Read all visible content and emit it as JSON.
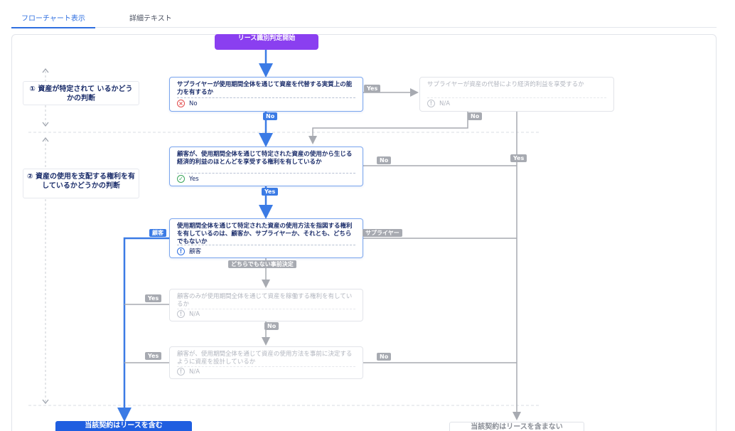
{
  "tabs": [
    {
      "label": "フローチャート表示",
      "active": true
    },
    {
      "label": "詳細テキスト",
      "active": false
    }
  ],
  "start_node": {
    "label": "リース識別判定開始"
  },
  "sections": [
    {
      "label": "① 資産が特定されて いるかどうかの判断"
    },
    {
      "label": "② 資産の使用を支配する権利を有しているかどうかの判断"
    }
  ],
  "nodes": {
    "supplier_substantive": {
      "question": "サプライヤーが使用期間全体を通じて資産を代替する実質上の能力を有するか",
      "answer": "No",
      "answer_icon": "x-circle-icon"
    },
    "supplier_benefit": {
      "question": "サプライヤーが資産の代替により経済的利益を享受するか",
      "answer": "N/A",
      "answer_icon": "na-circle-icon"
    },
    "customer_benefits": {
      "question": "顧客が、使用期間全体を通じて特定された資産の使用から生じる経済的利益のほとんどを享受する権利を有しているか",
      "answer": "Yes",
      "answer_icon": "check-circle-icon"
    },
    "direct_use": {
      "question": "使用期間全体を通じて特定された資産の使用方法を指図する権利を有しているのは、顧客か、サプライヤーか、それとも、どちらでもないか",
      "answer": "顧客",
      "answer_icon": "info-circle-icon"
    },
    "customer_operate": {
      "question": "顧客のみが使用期間全体を通じて資産を稼働する権利を有しているか",
      "answer": "N/A",
      "answer_icon": "na-circle-icon"
    },
    "customer_design": {
      "question": "顧客が、使用期間全体を通じて資産の使用方法を事前に決定するように資産を設計しているか",
      "answer": "N/A",
      "answer_icon": "na-circle-icon"
    }
  },
  "edge_labels": {
    "yes1": "Yes",
    "no1": "No",
    "no2": "No",
    "yes2": "Yes",
    "no3": "No",
    "yes3": "Yes",
    "customer": "顧客",
    "supplier": "サプライヤー",
    "neither": "どちらでもない事前決定",
    "yes4": "Yes",
    "no4": "No",
    "yes5": "Yes",
    "no5": "No"
  },
  "end_nodes": {
    "lease": "当該契約はリースを含む",
    "no_lease": "当該契約はリースを含まない"
  },
  "colors": {
    "accent": "#2f6fe0",
    "active_path": "#3b7be5",
    "inactive_path": "#a7aab1",
    "start": "#8a3ff0"
  }
}
